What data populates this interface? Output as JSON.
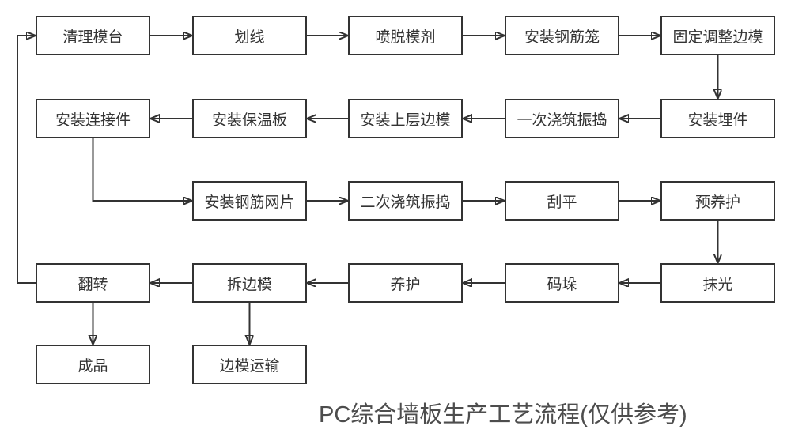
{
  "diagram": {
    "title": "PC综合墙板生产工艺流程(仅供参考)",
    "colors": {
      "line": "#333333",
      "node_border": "#333333",
      "node_fill": "#ffffff",
      "node_text": "#333333",
      "title_text": "#4d4d4d",
      "background": "#ffffff"
    },
    "nodes": [
      {
        "id": "clean-mold-table",
        "label": "清理模台"
      },
      {
        "id": "marking",
        "label": "划线"
      },
      {
        "id": "spray-release-agent",
        "label": "喷脱模剂"
      },
      {
        "id": "install-rebar-cage",
        "label": "安装钢筋笼"
      },
      {
        "id": "fix-adjust-side-mold",
        "label": "固定调整边模"
      },
      {
        "id": "install-embedded-parts",
        "label": "安装埋件"
      },
      {
        "id": "first-pour-vibrate",
        "label": "一次浇筑振捣"
      },
      {
        "id": "install-upper-side-mold",
        "label": "安装上层边模"
      },
      {
        "id": "install-insulation-board",
        "label": "安装保温板"
      },
      {
        "id": "install-connectors",
        "label": "安装连接件"
      },
      {
        "id": "install-rebar-mesh",
        "label": "安装钢筋网片"
      },
      {
        "id": "second-pour-vibrate",
        "label": "二次浇筑振捣"
      },
      {
        "id": "scrape-level",
        "label": "刮平"
      },
      {
        "id": "pre-curing",
        "label": "预养护"
      },
      {
        "id": "polishing",
        "label": "抹光"
      },
      {
        "id": "stacking",
        "label": "码垛"
      },
      {
        "id": "curing",
        "label": "养护"
      },
      {
        "id": "remove-side-mold",
        "label": "拆边模"
      },
      {
        "id": "flip",
        "label": "翻转"
      },
      {
        "id": "finished-product",
        "label": "成品"
      },
      {
        "id": "side-mold-transport",
        "label": "边模运输"
      }
    ],
    "edges": [
      {
        "from": "clean-mold-table",
        "to": "marking"
      },
      {
        "from": "marking",
        "to": "spray-release-agent"
      },
      {
        "from": "spray-release-agent",
        "to": "install-rebar-cage"
      },
      {
        "from": "install-rebar-cage",
        "to": "fix-adjust-side-mold"
      },
      {
        "from": "fix-adjust-side-mold",
        "to": "install-embedded-parts"
      },
      {
        "from": "install-embedded-parts",
        "to": "first-pour-vibrate"
      },
      {
        "from": "first-pour-vibrate",
        "to": "install-upper-side-mold"
      },
      {
        "from": "install-upper-side-mold",
        "to": "install-insulation-board"
      },
      {
        "from": "install-insulation-board",
        "to": "install-connectors"
      },
      {
        "from": "install-connectors",
        "to": "install-rebar-mesh"
      },
      {
        "from": "install-rebar-mesh",
        "to": "second-pour-vibrate"
      },
      {
        "from": "second-pour-vibrate",
        "to": "scrape-level"
      },
      {
        "from": "scrape-level",
        "to": "pre-curing"
      },
      {
        "from": "pre-curing",
        "to": "polishing"
      },
      {
        "from": "polishing",
        "to": "stacking"
      },
      {
        "from": "stacking",
        "to": "curing"
      },
      {
        "from": "curing",
        "to": "remove-side-mold"
      },
      {
        "from": "remove-side-mold",
        "to": "flip"
      },
      {
        "from": "flip",
        "to": "finished-product"
      },
      {
        "from": "remove-side-mold",
        "to": "side-mold-transport"
      },
      {
        "from": "flip",
        "to": "clean-mold-table"
      }
    ]
  }
}
